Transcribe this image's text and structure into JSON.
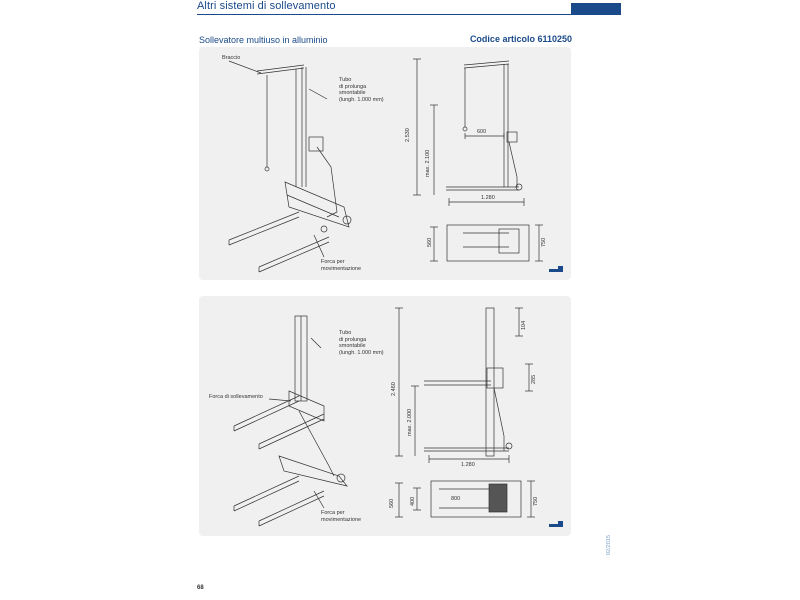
{
  "header": {
    "title": "Altri sistemi di sollevamento"
  },
  "subtitle": "Sollevatore multiuso in alluminio",
  "code": "Codice articolo 6110250",
  "panel1": {
    "label_braccio": "Braccio",
    "label_tubo": "Tubo\ndi prolunga\nsmontabile\n(lungh. 1.000 mm)",
    "label_forca": "Forca per\nmovimentazione",
    "dims": {
      "d2530": "2.530",
      "dmax": "max. 2.100",
      "d600": "600",
      "d1280": "1.280",
      "d560": "560",
      "d750": "750"
    }
  },
  "panel2": {
    "label_tubo": "Tubo\ndi prolunga\nsmontabile\n(lungh. 1.000 mm)",
    "label_forca_soll": "Forca di sollevamento",
    "label_forca": "Forca per\nmovimentazione",
    "dims": {
      "d104": "104",
      "d2460": "2.460",
      "d2000": "max. 2.000",
      "d285": "285",
      "d1280": "1.280",
      "d560": "560",
      "d400": "400",
      "d800": "800",
      "d750": "750"
    }
  },
  "footer": {
    "page_number": "68",
    "side_code": "02/2015"
  }
}
